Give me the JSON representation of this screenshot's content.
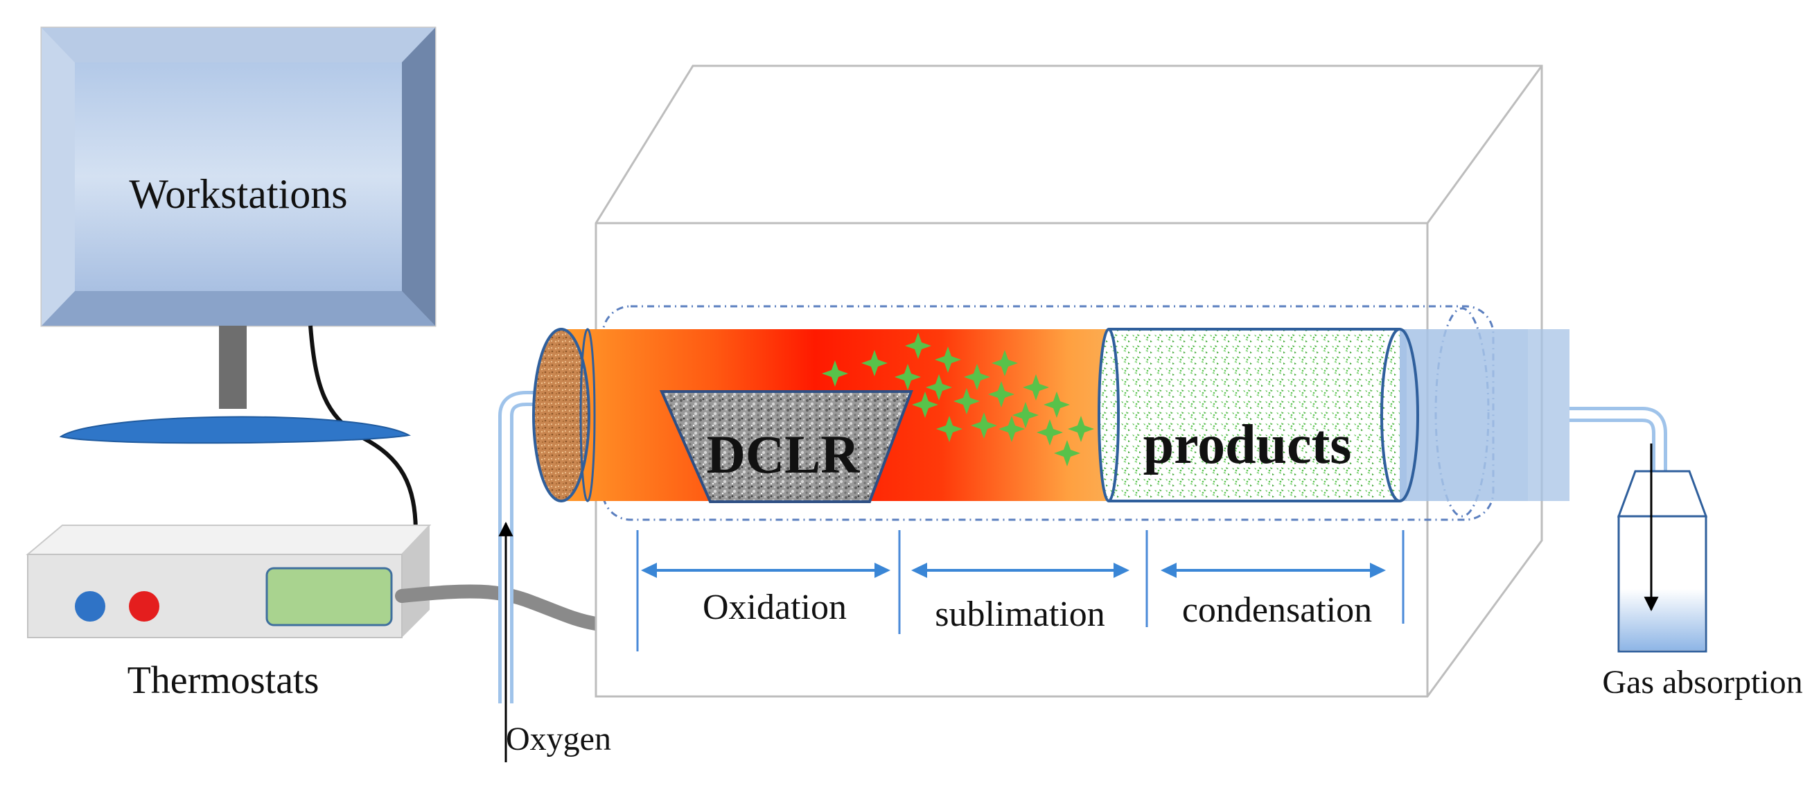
{
  "labels": {
    "workstations": "Workstations",
    "thermostats": "Thermostats",
    "oxygen": "Oxygen",
    "dclr": "DCLR",
    "products": "products",
    "oxidation": "Oxidation",
    "sublimation": "sublimation",
    "condensation": "condensation",
    "gas_absorption": "Gas absorption"
  },
  "colors": {
    "monitor_frame": "#9fb6d8",
    "monitor_screen": "#c5d6ee",
    "stand": "#6e6e6e",
    "monitor_base": "#2f76c8",
    "thermostat_body": "#e6e6e6",
    "button_blue": "#2f73c6",
    "button_red": "#e41e1e",
    "display_green": "#a9d38f",
    "tube_hot": "#ff1a00",
    "tube_orange": "#ff8a1e",
    "tube_warm": "#f3c27a",
    "tube_cool": "#a7c3e6",
    "sparkle_green": "#58c24a",
    "dimension_arrow": "#3a86d6",
    "plug_cork": "#c98650"
  }
}
